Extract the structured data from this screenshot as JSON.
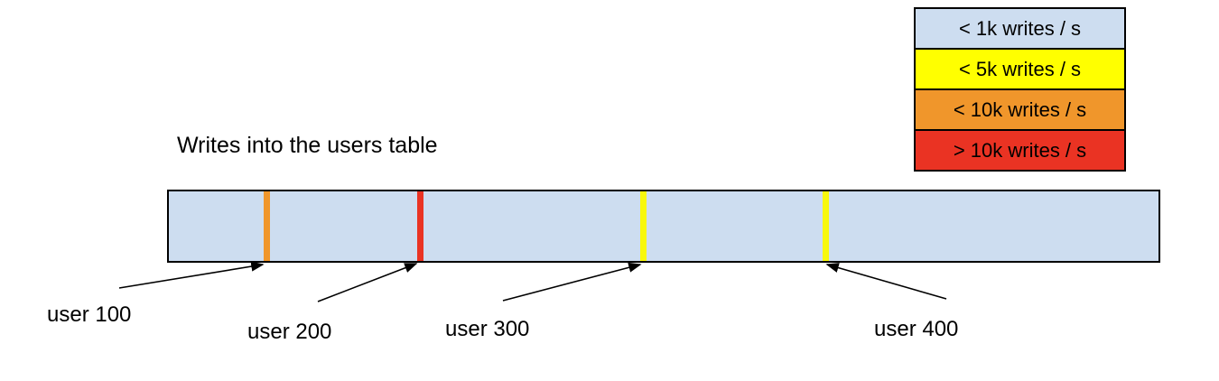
{
  "title": "Writes into the users table",
  "legend": {
    "items": [
      {
        "label": "< 1k writes / s",
        "color": "#cdddf0"
      },
      {
        "label": "< 5k writes / s",
        "color": "#ffff00"
      },
      {
        "label": "< 10k writes / s",
        "color": "#f0962b"
      },
      {
        "label": "> 10k writes / s",
        "color": "#ea3323"
      }
    ]
  },
  "bar": {
    "fill": "#cdddf0",
    "border_color": "#000000",
    "hotspots": [
      {
        "label": "user 100",
        "color": "#f0962b",
        "rate": "< 10k writes / s"
      },
      {
        "label": "user 200",
        "color": "#ea3323",
        "rate": "> 10k writes / s"
      },
      {
        "label": "user 300",
        "color": "#f8f80b",
        "rate": "< 5k writes / s"
      },
      {
        "label": "user 400",
        "color": "#f8f80b",
        "rate": "< 5k writes / s"
      }
    ]
  }
}
